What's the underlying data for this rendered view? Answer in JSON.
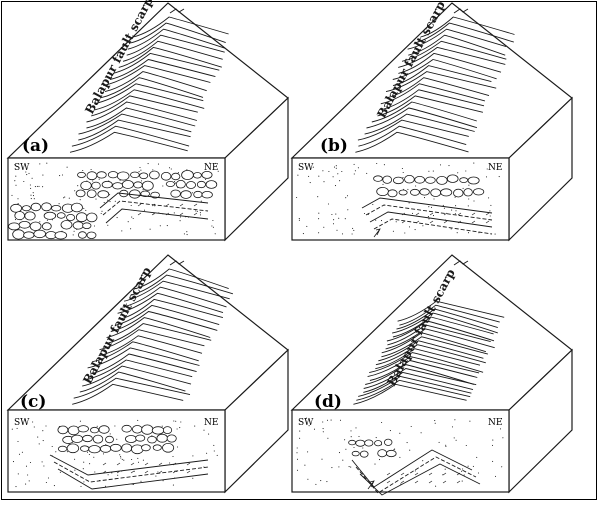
{
  "figure": {
    "panels": [
      {
        "id": "a",
        "label": "(a)",
        "scarp_label": "Balapur fault scarp",
        "left_dir": "SW",
        "right_dir": "NE"
      },
      {
        "id": "b",
        "label": "(b)",
        "scarp_label": "Balapur fault scarp",
        "left_dir": "SW",
        "right_dir": "NE"
      },
      {
        "id": "c",
        "label": "(c)",
        "scarp_label": "Balapur fault scarp",
        "left_dir": "SW",
        "right_dir": "NE"
      },
      {
        "id": "d",
        "label": "(d)",
        "scarp_label": "Balapur fault scarp",
        "left_dir": "SW",
        "right_dir": "NE"
      }
    ],
    "colors": {
      "line": "#1a1a1a",
      "background": "#ffffff"
    }
  }
}
